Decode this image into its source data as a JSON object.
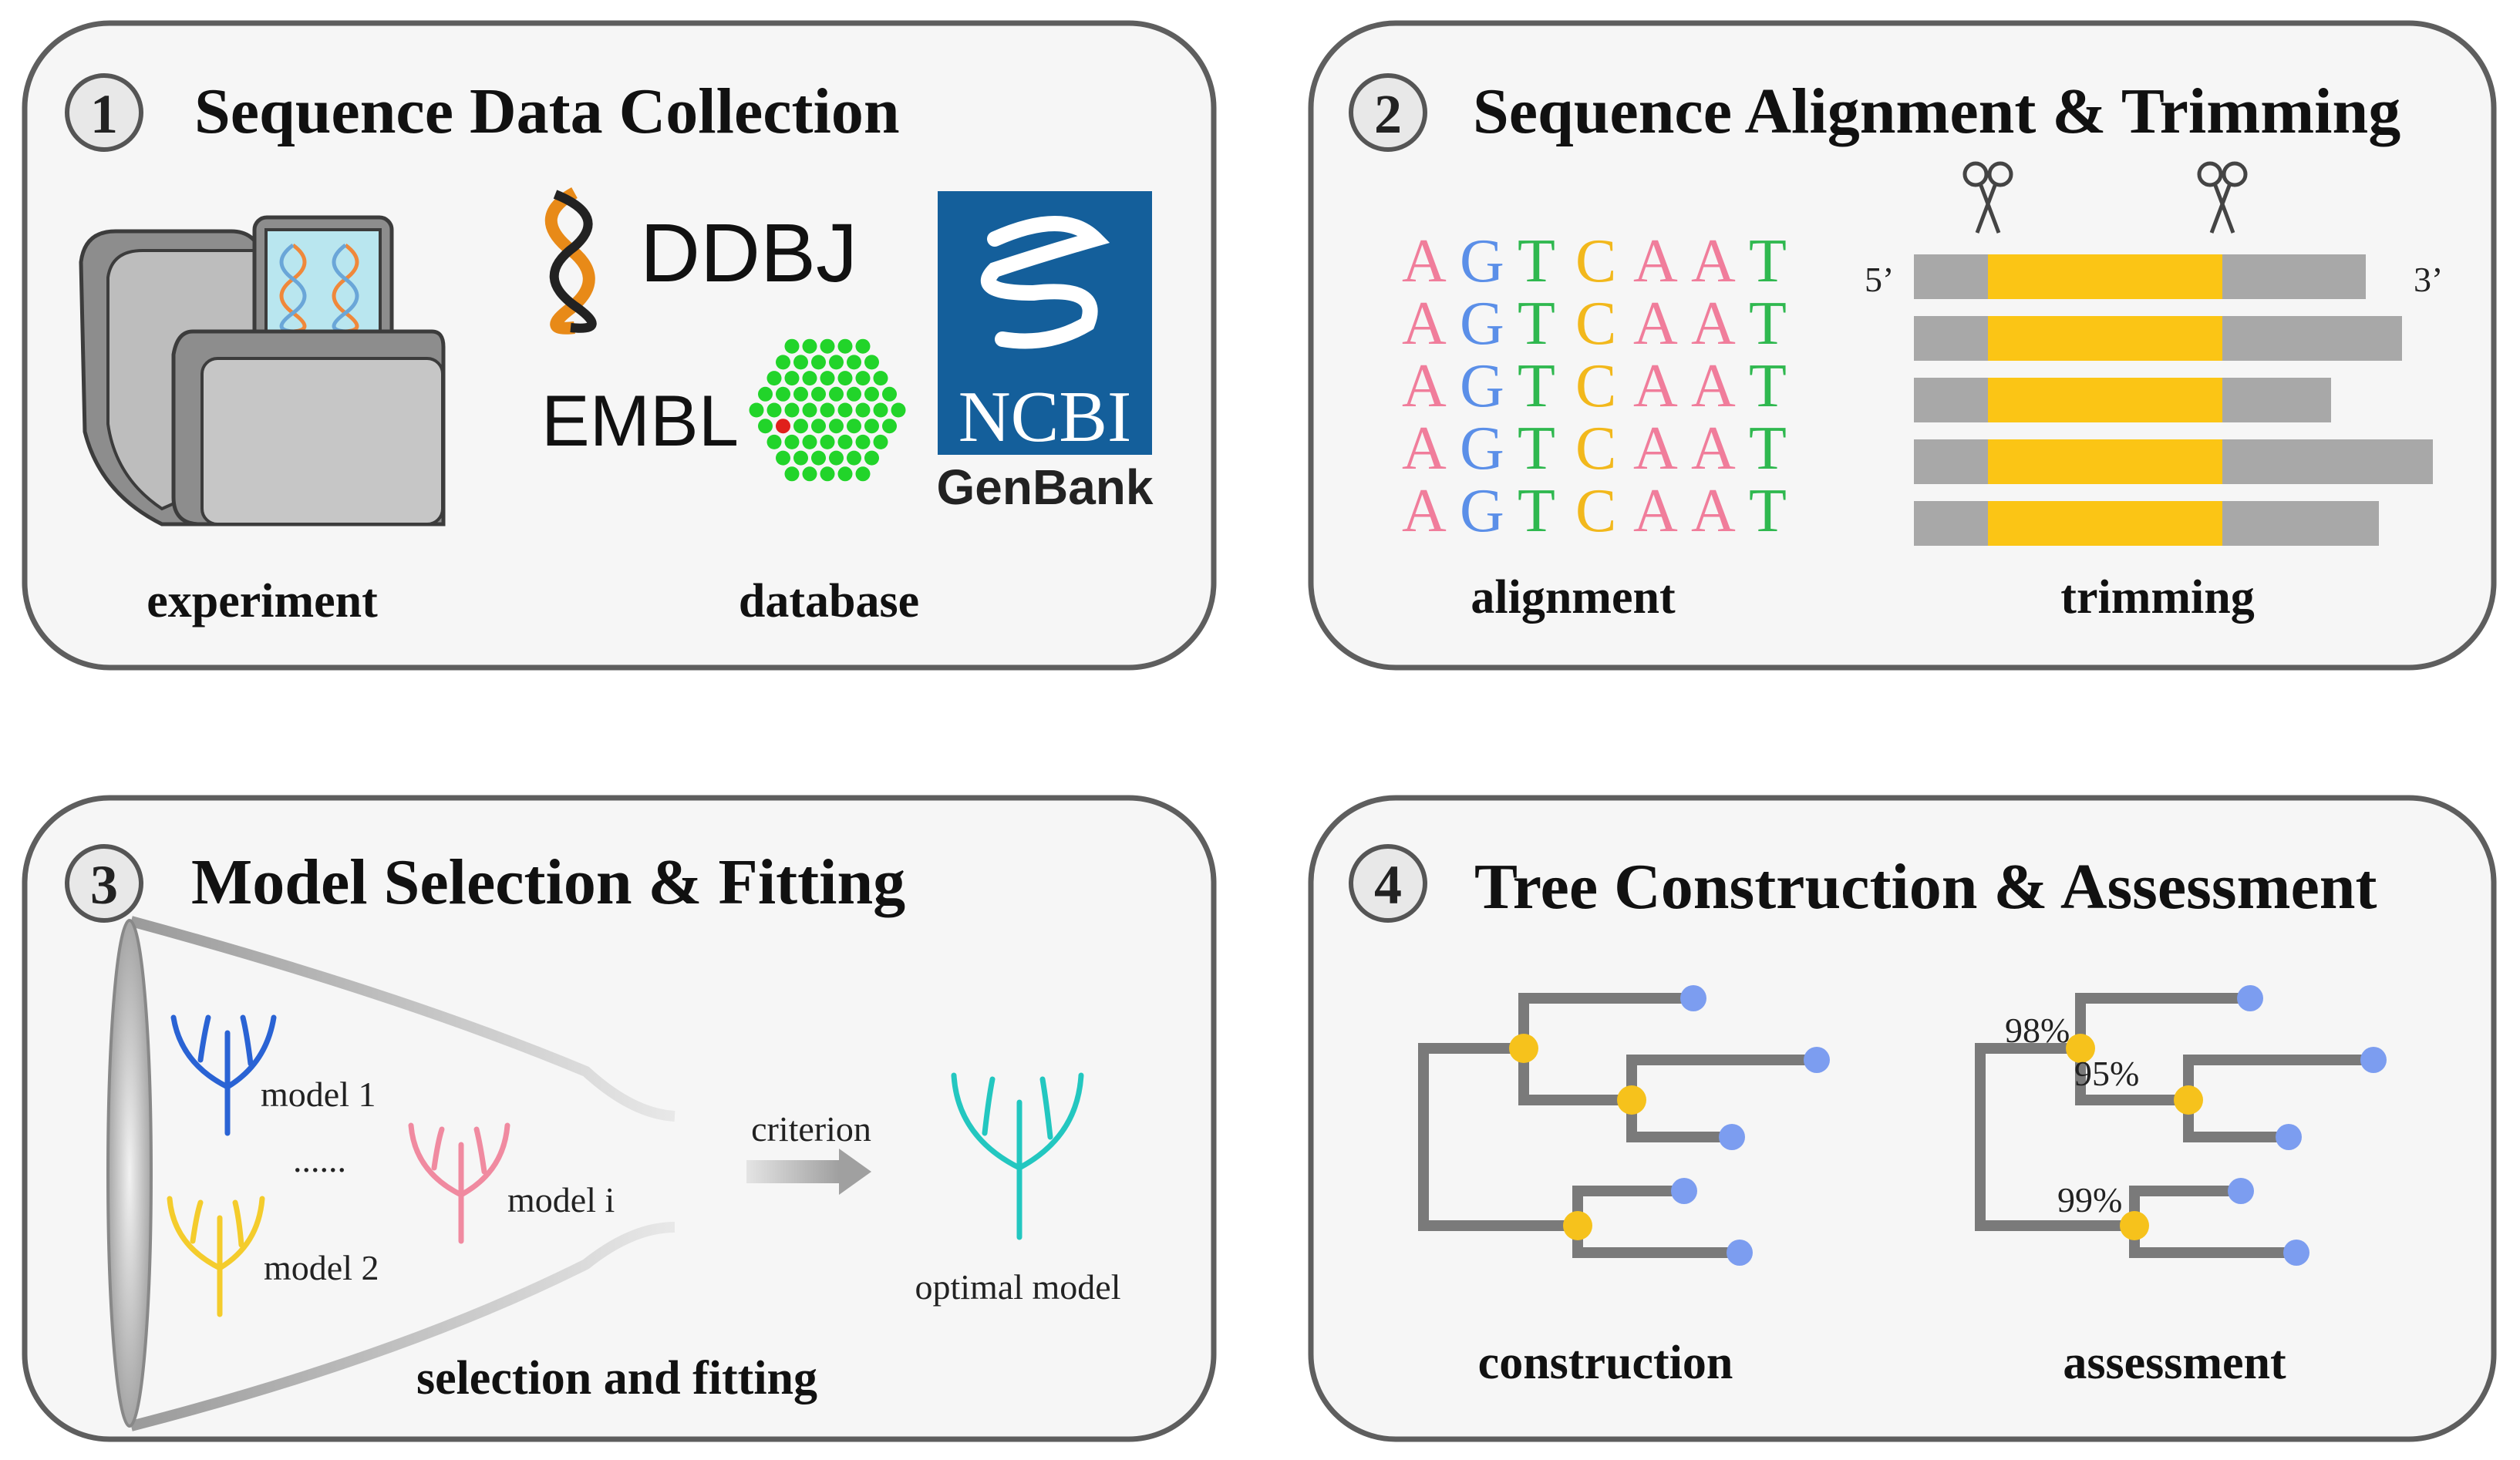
{
  "panel1": {
    "number": "1",
    "title": "Sequence Data Collection",
    "caption_left": "experiment",
    "caption_right": "database",
    "logos": {
      "ddbj": "DDBJ",
      "embl": "EMBL",
      "ncbi": "NCBI",
      "genbank": "GenBank"
    }
  },
  "panel2": {
    "number": "2",
    "title": "Sequence Alignment & Trimming",
    "alignment_rows": [
      [
        "A",
        "G",
        "T",
        "C",
        "A",
        "A",
        "T"
      ],
      [
        "A",
        "G",
        "T",
        "C",
        "A",
        "A",
        "T"
      ],
      [
        "A",
        "G",
        "T",
        "C",
        "A",
        "A",
        "T"
      ],
      [
        "A",
        "G",
        "T",
        "C",
        "A",
        "A",
        "T"
      ],
      [
        "A",
        "G",
        "T",
        "C",
        "A",
        "A",
        "T"
      ]
    ],
    "base_colors": {
      "A": "#f07d9b",
      "G": "#5b8fe8",
      "T": "#2fb84f",
      "C": "#f2b81c"
    },
    "five_prime": "5’",
    "three_prime": "3’",
    "caption_left": "alignment",
    "caption_right": "trimming",
    "colors": {
      "kept": "#fbc515",
      "trimmed": "#a8a8a8"
    }
  },
  "panel3": {
    "number": "3",
    "title": "Model Selection & Fitting",
    "model1": "model 1",
    "model2": "model 2",
    "modeli": "model i",
    "dots": "......",
    "criterion": "criterion",
    "optimal": "optimal model",
    "caption": "selection and fitting",
    "colors": {
      "model1": "#2a63d4",
      "model2": "#f4cc2c",
      "modeli": "#f08aa0",
      "optimal": "#23c7c0"
    }
  },
  "panel4": {
    "number": "4",
    "title": "Tree Construction & Assessment",
    "support1": "98%",
    "support2": "95%",
    "support3": "99%",
    "caption_left": "construction",
    "caption_right": "assessment",
    "colors": {
      "node": "#f6c21c",
      "tip": "#7c9df0",
      "branch": "#7a7a7a"
    }
  }
}
